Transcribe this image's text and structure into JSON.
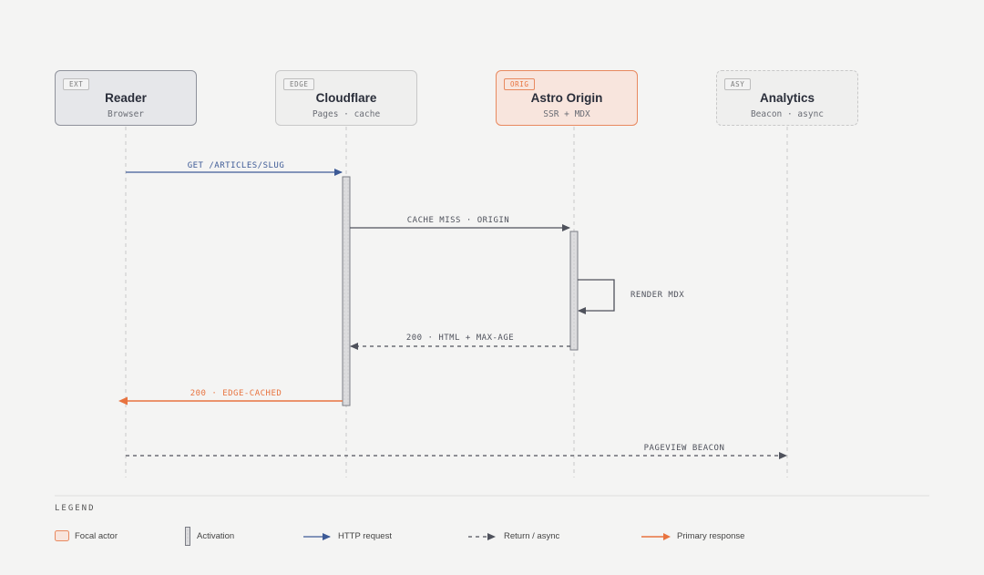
{
  "actors": [
    {
      "tag": "EXT",
      "name": "Reader",
      "sub": "Browser"
    },
    {
      "tag": "EDGE",
      "name": "Cloudflare",
      "sub": "Pages · cache"
    },
    {
      "tag": "ORIG",
      "name": "Astro Origin",
      "sub": "SSR + MDX"
    },
    {
      "tag": "ASY",
      "name": "Analytics",
      "sub": "Beacon · async"
    }
  ],
  "messages": {
    "m1": "GET /ARTICLES/SLUG",
    "m2": "CACHE MISS · ORIGIN",
    "m3": "RENDER MDX",
    "m4": "200 · HTML + MAX-AGE",
    "m5": "200 · EDGE-CACHED",
    "m6": "PAGEVIEW BEACON"
  },
  "legend": {
    "title": "LEGEND",
    "focal": "Focal actor",
    "activation": "Activation",
    "request": "HTTP request",
    "return": "Return / async",
    "primary": "Primary response"
  },
  "colors": {
    "request": "#3d5a96",
    "return": "#4f525c",
    "primary": "#e8733f",
    "focal_border": "#e8895f",
    "focal_fill": "#f8e5dd"
  }
}
